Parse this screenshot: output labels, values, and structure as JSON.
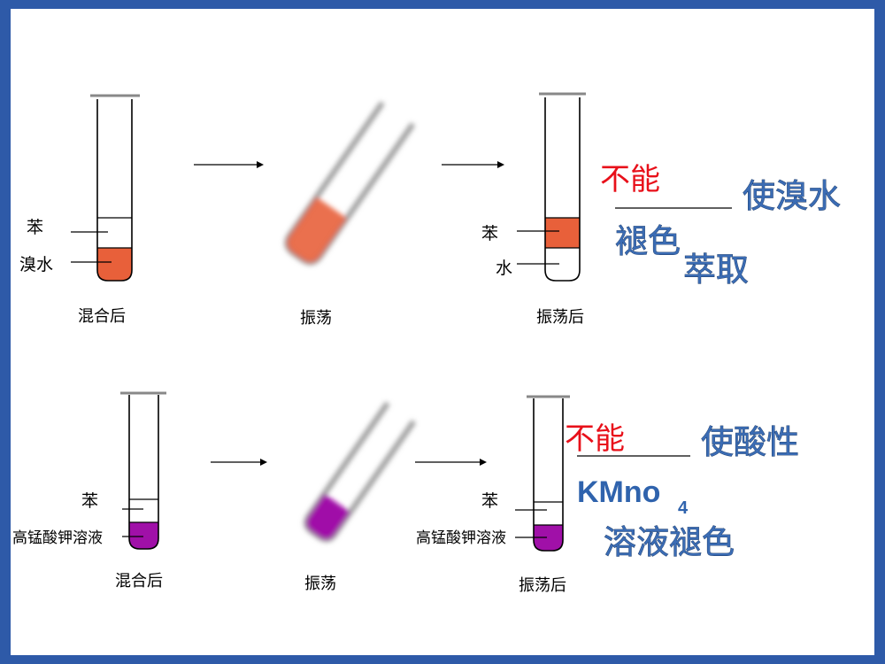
{
  "colors": {
    "frame": "#2e5aa8",
    "bromine_water": "#e8603a",
    "kmno4_solution": "#a010a8",
    "red_text": "#e8101a",
    "blue_text": "#3b6cb4"
  },
  "row1": {
    "tube1": {
      "label_top": "苯",
      "label_bottom": "溴水",
      "caption": "混合后"
    },
    "tube2": {
      "caption": "振荡"
    },
    "tube3": {
      "label_top": "苯",
      "label_bottom": "水",
      "caption": "振荡后"
    },
    "answer": {
      "red": "不能",
      "line1": "使溴水",
      "line2": "褪色",
      "line3": "萃取"
    }
  },
  "row2": {
    "tube1": {
      "label_top": "苯",
      "label_bottom": "高锰酸钾溶液",
      "caption": "混合后"
    },
    "tube2": {
      "caption": "振荡"
    },
    "tube3": {
      "label_top": "苯",
      "label_bottom": "高锰酸钾溶液",
      "caption": "振荡后"
    },
    "answer": {
      "red": "不能",
      "line1": "使酸性",
      "kmno": "KMno",
      "kmno_sub": "4",
      "line3": "溶液褪色"
    }
  }
}
